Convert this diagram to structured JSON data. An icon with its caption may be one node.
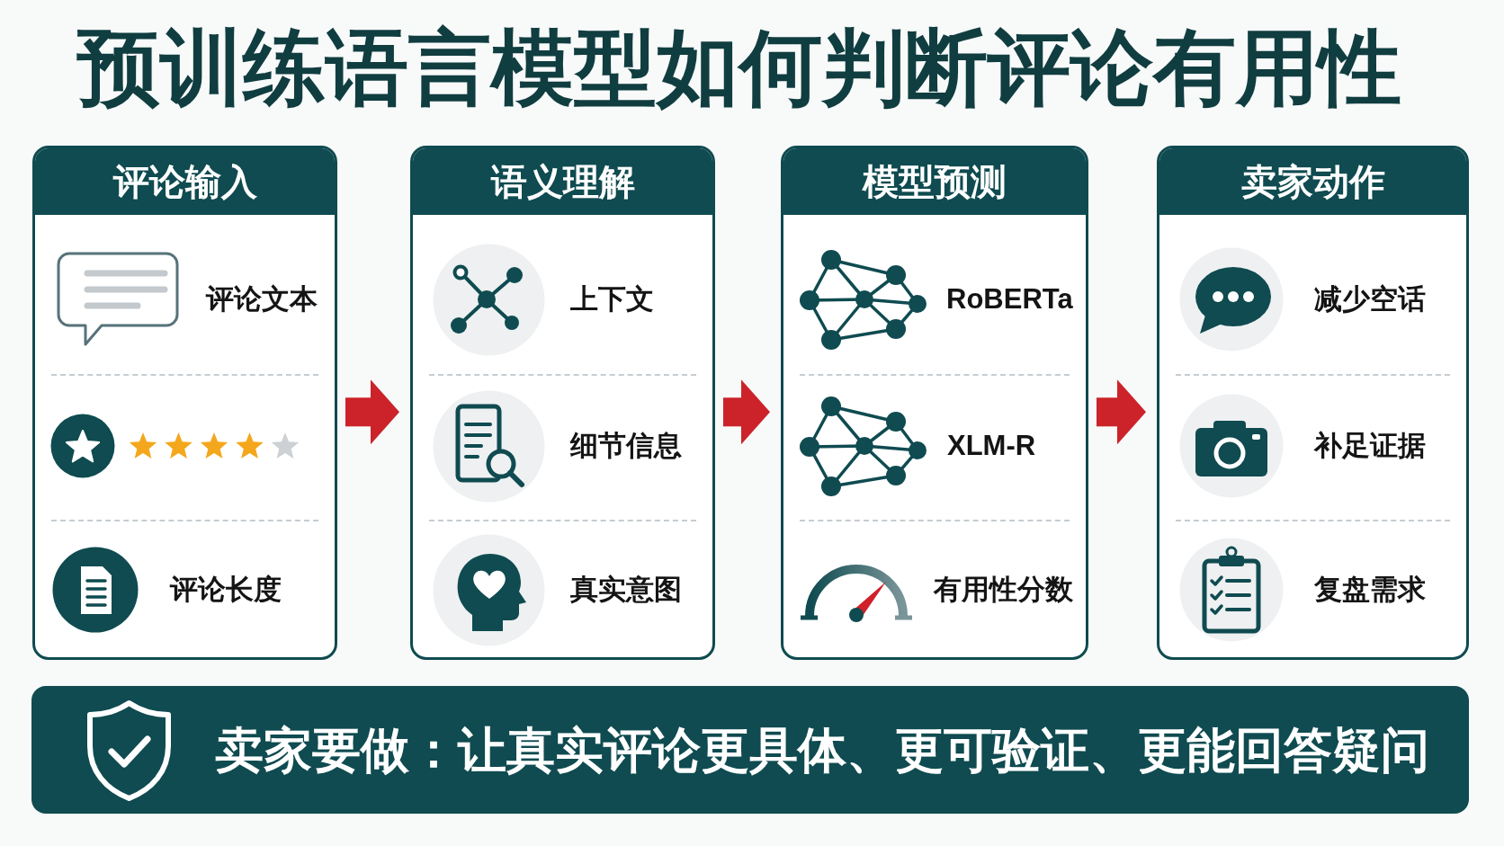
{
  "diagram": {
    "title": "预训练语言模型如何判断评论有用性",
    "nodes": [
      {
        "text": [
          "评论输入",
          "评论文本",
          "评论长度"
        ]
      },
      {
        "text": [
          "语义理解",
          "上下文",
          "细节信息",
          "真实意图"
        ]
      },
      {
        "text": [
          "模型预测",
          "RoBERTa",
          "XLM-R",
          "有用性分数"
        ]
      },
      {
        "text": [
          "卖家动作",
          "减少空话",
          "补足证据",
          "复盘需求"
        ]
      },
      {
        "text": [
          "卖家要做：让真实评论更具体、更可验证、更能回答疑问"
        ]
      }
    ],
    "edges": [
      {
        "from": 0,
        "to": 1,
        "arrow": "to"
      },
      {
        "from": 1,
        "to": 2,
        "arrow": "to"
      },
      {
        "from": 2,
        "to": 3,
        "arrow": "to"
      }
    ]
  }
}
